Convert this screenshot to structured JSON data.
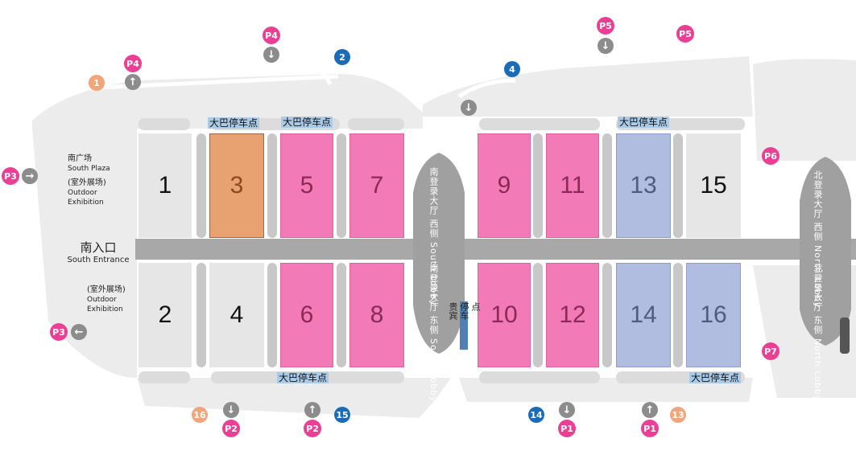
{
  "halls": [
    {
      "id": "1",
      "label": "1",
      "style": "grey"
    },
    {
      "id": "2",
      "label": "2",
      "style": "grey"
    },
    {
      "id": "3",
      "label": "3",
      "style": "orange"
    },
    {
      "id": "4",
      "label": "4",
      "style": "grey"
    },
    {
      "id": "5",
      "label": "5",
      "style": "pink"
    },
    {
      "id": "6",
      "label": "6",
      "style": "pink"
    },
    {
      "id": "7",
      "label": "7",
      "style": "pink"
    },
    {
      "id": "8",
      "label": "8",
      "style": "pink"
    },
    {
      "id": "9",
      "label": "9",
      "style": "pink"
    },
    {
      "id": "10",
      "label": "10",
      "style": "pink"
    },
    {
      "id": "11",
      "label": "11",
      "style": "pink"
    },
    {
      "id": "12",
      "label": "12",
      "style": "pink"
    },
    {
      "id": "13",
      "label": "13",
      "style": "blue"
    },
    {
      "id": "14",
      "label": "14",
      "style": "blue"
    },
    {
      "id": "15",
      "label": "15",
      "style": "grey"
    },
    {
      "id": "16",
      "label": "16",
      "style": "blue"
    }
  ],
  "bus_parking_label": "大巴停车点",
  "south_plaza": {
    "cn": "南广场",
    "en": "South Plaza"
  },
  "outdoor_exhibition": {
    "cn": "(室外展场)",
    "en1": "Outdoor",
    "en2": "Exhibition"
  },
  "outdoor_exhibition_south": {
    "cn": "(室外展场)",
    "en1": "Outdoor",
    "en2": "Exhibition"
  },
  "south_entrance": {
    "cn": "南入口",
    "en": "South Entrance"
  },
  "south_lobby_west": "南登录大厅 西侧 South Lobby",
  "south_lobby_east": "南登录大厅 东侧 South Lobby",
  "north_lobby_west": "北登录大厅 西侧 North Lobby",
  "north_lobby_east": "北登录大厅 东侧 North Lobby",
  "vip_parking": {
    "line1": "贵宾",
    "line2": "停车",
    "line3": "点"
  },
  "parking_badges": {
    "p1": "P1",
    "p2": "P2",
    "p3": "P3",
    "p4": "P4",
    "p5": "P5",
    "p6": "P6",
    "p7": "P7"
  },
  "gate_numbers": {
    "n1": "1",
    "n2": "2",
    "n4": "4",
    "n13": "13",
    "n14": "14",
    "n15": "15",
    "n16": "16"
  },
  "arrow_down": "↓",
  "arrow_up": "↑",
  "arrow_right": "→",
  "arrow_left": "←",
  "colors": {
    "pink": "#f27ab6",
    "orange": "#e8a271",
    "blue": "#b0bde0",
    "grey_hall": "#e6e6e6",
    "road": "#a8a8a8",
    "parking_badge": "#ea3f95",
    "gate_blue": "#1a6cb8",
    "gate_orange": "#f0a57a",
    "bus_label_bg": "#a9cbe8"
  }
}
